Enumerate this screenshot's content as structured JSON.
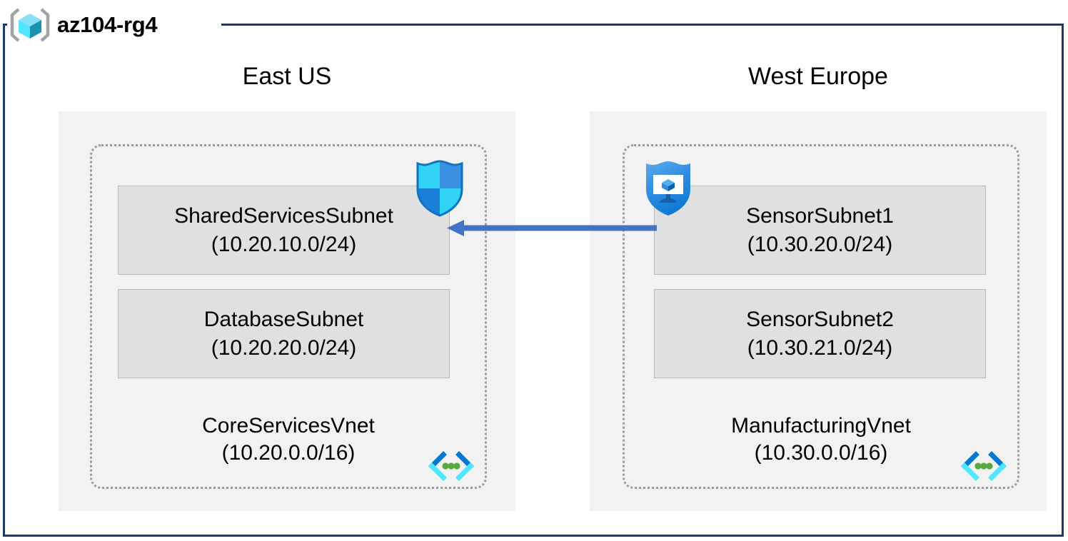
{
  "resource_group": {
    "name": "az104-rg4",
    "icon": "resource-group-cube-icon",
    "frame_color": "#1F3864"
  },
  "regions": [
    {
      "label": "East US",
      "vnet": {
        "name": "CoreServicesVnet",
        "cidr": "(10.20.0.0/16)",
        "icon": "virtual-network-icon",
        "subnets": [
          {
            "name": "SharedServicesSubnet",
            "cidr": "(10.20.10.0/24)",
            "badge": "firewall-shield-icon"
          },
          {
            "name": "DatabaseSubnet",
            "cidr": "(10.20.20.0/24)",
            "badge": null
          }
        ]
      }
    },
    {
      "label": "West Europe",
      "vnet": {
        "name": "ManufacturingVnet",
        "cidr": "(10.30.0.0/16)",
        "icon": "virtual-network-icon",
        "subnets": [
          {
            "name": "SensorSubnet1",
            "cidr": "(10.30.20.0/24)",
            "badge": "bastion-shield-monitor-icon"
          },
          {
            "name": "SensorSubnet2",
            "cidr": "(10.30.21.0/24)",
            "badge": null
          }
        ]
      }
    }
  ],
  "connection": {
    "type": "vnet-peering-arrow",
    "direction": "right-to-left",
    "from": "SensorSubnet1",
    "to": "SharedServicesSubnet",
    "color": "#4472C4"
  },
  "colors": {
    "frame": "#1F3864",
    "region_fill": "#F2F2F2",
    "vnet_border": "#9B9B9B",
    "subnet_fill": "#E0E0E0",
    "subnet_border": "#B9B9B9",
    "arrow": "#4472C4",
    "cube_light": "#86E1F7",
    "cube_mid": "#32BEDD",
    "cube_dark": "#1B93B0",
    "shield_cyan": "#32D4F5",
    "shield_blue": "#0078D4",
    "vnet_icon_dark": "#0078D4",
    "vnet_icon_cyan": "#50E6FF",
    "vnet_icon_dot": "#56A93C"
  }
}
